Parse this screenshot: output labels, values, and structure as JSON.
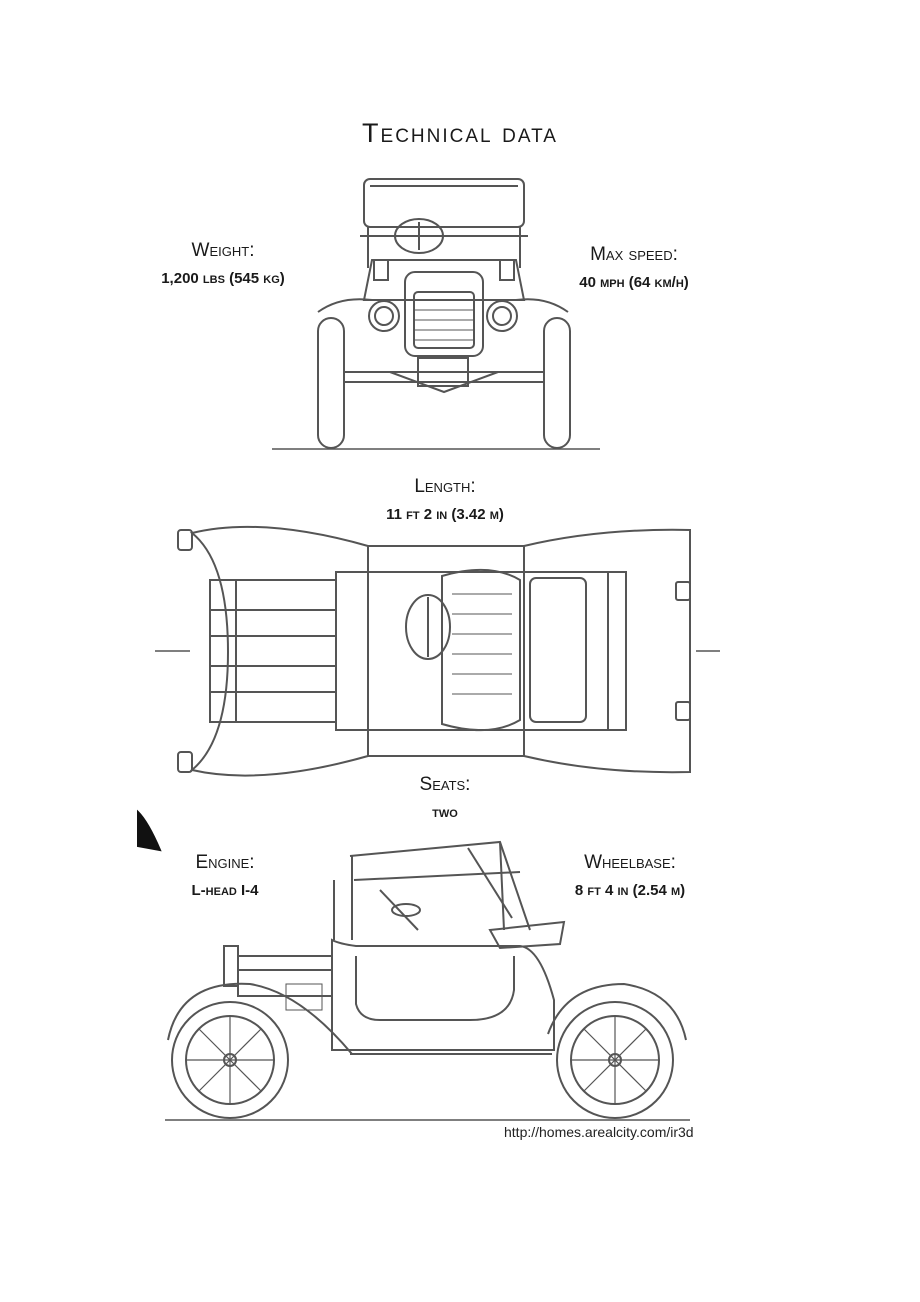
{
  "title": "Technical data",
  "specs": {
    "weight": {
      "label": "Weight:",
      "value": "1,200 lbs (545 kg)"
    },
    "max_speed": {
      "label": "Max speed:",
      "value": "40 mph (64 km/h)"
    },
    "length": {
      "label": "Length:",
      "value": "11 ft 2 in (3.42 m)"
    },
    "seats": {
      "label": "Seats:",
      "value": "two"
    },
    "engine": {
      "label": "Engine:",
      "value": "L-head I-4"
    },
    "wheelbase": {
      "label": "Wheelbase:",
      "value": "8 ft 4 in (2.54 m)"
    }
  },
  "source_url": "http://homes.arealcity.com/ir3d",
  "colors": {
    "ink": "#555555",
    "text": "#1a1a1a",
    "background": "#ffffff"
  }
}
